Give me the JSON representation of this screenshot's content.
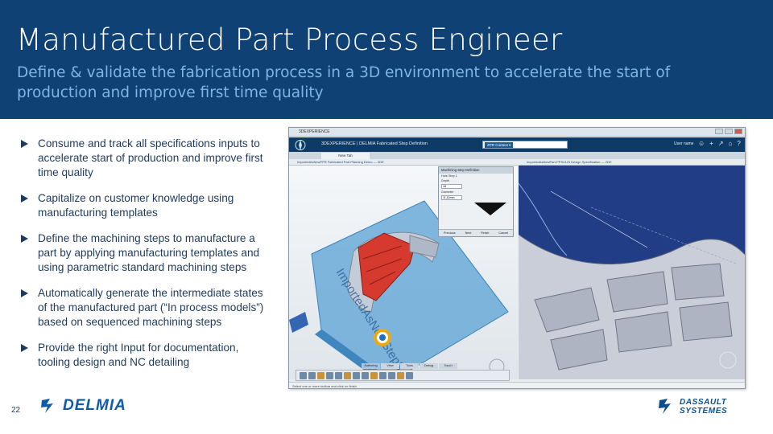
{
  "header": {
    "title": "Manufactured Part Process Engineer",
    "subtitle": "Define & validate the fabrication process in a 3D environment to accelerate the start of production and improve first time quality"
  },
  "bullets": [
    "Consume and track all specifications inputs to accelerate start of production and improve first time quality",
    "Capitalize on customer knowledge using manufacturing templates",
    "Define the machining steps to manufacture a part by applying manufacturing templates and using parametric standard machining steps",
    "Automatically generate the intermediate states of the manufactured part (“In process models”) based on sequenced machining steps",
    "Provide the right Input for documentation, tooling design and NC detailing"
  ],
  "footer": {
    "page_number": "22",
    "delmia_text": "DELMIA",
    "ds_line1": "DASSAULT",
    "ds_line2": "SYSTEMES"
  },
  "screenshot": {
    "os_title": "3DEXPERIENCE",
    "app_title": "3DEXPERIENCE | DELMIA Fabricated Step Definition",
    "context": "ZPR Context ▾",
    "user_name": "User name",
    "new_tab": "New Tab",
    "left_pane_title": "ImportedAsNewPPR Fabricated Part Planning Demo — ZDE",
    "right_pane_title": "ImportedAsNewPart-PPS4123 Design Specification — ZDE",
    "dialog": {
      "title": "Machining Step Definition",
      "hole_step": "Hole Step 1",
      "depth_label": "Depth",
      "depth_value": "18",
      "diameter_label": "Diameter",
      "diameter_value": "11,11mm",
      "btn_previous": "Previous",
      "btn_next": "Next",
      "btn_finish": "Finish",
      "btn_cancel": "Cancel"
    },
    "model_label": "ImportedAsNewStep3",
    "bottom_tabs": [
      "Authoring",
      "View",
      "Tools",
      "Debug",
      "Touch"
    ],
    "active_tab": "Authoring",
    "status_text": "Select one or more toolbar and click on finish"
  },
  "colors": {
    "banner": "#104175",
    "title": "#ffffff",
    "subtitle": "#7fb4e4",
    "bullet_text": "#1f3a5a",
    "brand_blue": "#0f5aa8",
    "model_red": "#d63a2e",
    "right_view_bg": "#213d86"
  }
}
